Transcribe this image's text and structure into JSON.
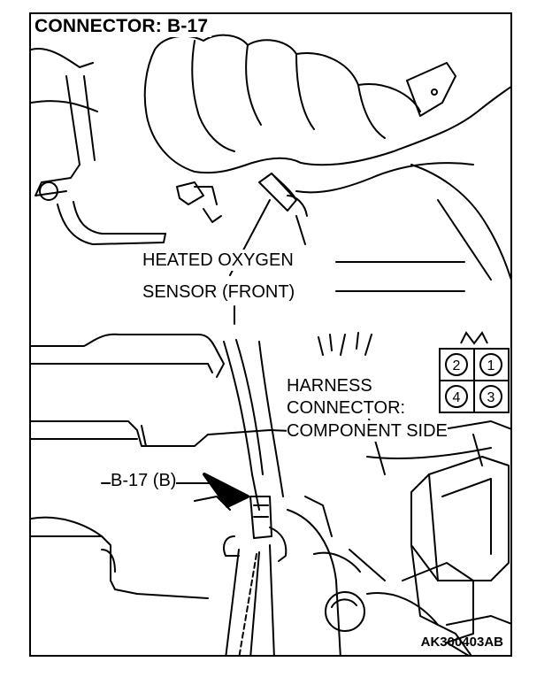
{
  "title": "CONNECTOR: B-17",
  "labels": {
    "sensor_line1": "HEATED OXYGEN",
    "sensor_line2": "SENSOR (FRONT)",
    "harness_line1": "HARNESS",
    "harness_line2": "CONNECTOR:",
    "harness_line3": "COMPONENT SIDE",
    "connector_ref": "B-17 (B)",
    "figure_code": "AK300403AB"
  },
  "connector_pins": [
    "2",
    "1",
    "4",
    "3"
  ]
}
